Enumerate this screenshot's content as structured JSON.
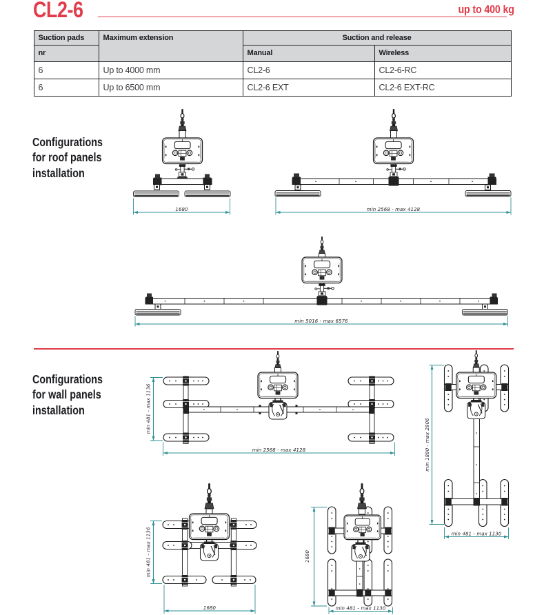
{
  "header": {
    "title": "CL2-6",
    "capacity": "up to 400 kg"
  },
  "table": {
    "headers": {
      "col1_group": "Suction pads",
      "col1_sub": "nr",
      "col2": "Maximum extension",
      "group": "Suction and release",
      "col3": "Manual",
      "col4": "Wireless"
    },
    "rows": [
      {
        "nr": "6",
        "extension": "Up to 4000 mm",
        "manual": "CL2-6",
        "wireless": "CL2-6-RC"
      },
      {
        "nr": "6",
        "extension": "Up to 6500 mm",
        "manual": "CL2-6 EXT",
        "wireless": "CL2-6 EXT-RC"
      }
    ]
  },
  "sections": {
    "roof": {
      "heading_lines": [
        "Configurations",
        "for roof panels",
        "installation"
      ]
    },
    "wall": {
      "heading_lines": [
        "Configurations",
        "for wall panels",
        "installation"
      ]
    }
  },
  "diagrams": {
    "roof_compact": {
      "width_label": "1680"
    },
    "roof_extended": {
      "width_label": "min 2568 - max 4128"
    },
    "roof_long": {
      "width_label": "min 5016 - max 6576"
    },
    "wall_wide": {
      "height_label": "min 481 - max 1136",
      "width_label": "min 2568 - max 4128"
    },
    "wall_tall": {
      "height_label": "min 1890 - max 2906",
      "width_label": "min 481 - max 1130"
    },
    "wall_compact": {
      "height_label": "min 481 - max 1136",
      "width_label": "1680"
    },
    "wall_vertical": {
      "height_label": "1680",
      "width_label": "min 481 - max 1130"
    }
  },
  "colors": {
    "accent_red": "#e23b4a",
    "dimension_teal": "#2e8f94",
    "drawing_ink": "#1a1a1c",
    "table_header_bg": "#d5d6d8"
  }
}
